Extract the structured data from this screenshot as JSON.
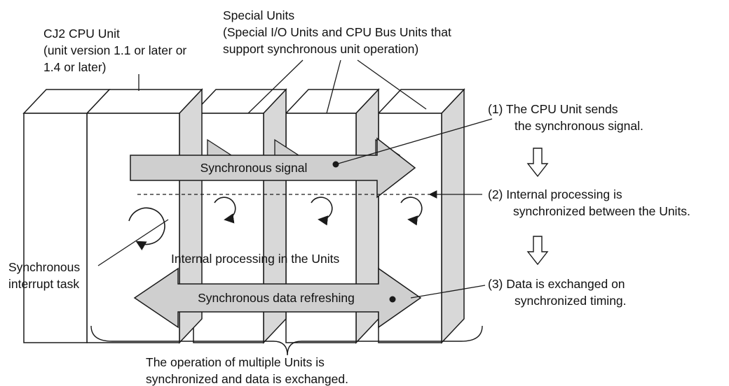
{
  "labels": {
    "cpu_unit": [
      "CJ2 CPU Unit",
      "(unit version 1.1 or later or",
      "1.4 or later)"
    ],
    "special_units": [
      "Special Units",
      "(Special I/O Units and CPU Bus Units that",
      "support synchronous unit operation)"
    ],
    "sync_interrupt": [
      "Synchronous",
      "interrupt task"
    ],
    "internal_processing": "Internal processing in the Units",
    "sync_signal_arrow": "Synchronous signal",
    "sync_data_arrow": "Synchronous data refreshing",
    "summary": [
      "The operation of multiple Units is",
      "synchronized and data is exchanged."
    ]
  },
  "steps": [
    {
      "lines": [
        "(1) The CPU Unit sends",
        "the synchronous signal."
      ]
    },
    {
      "lines": [
        "(2) Internal processing is",
        "synchronized between the Units."
      ]
    },
    {
      "lines": [
        "(3) Data is exchanged on",
        "synchronized timing."
      ]
    }
  ],
  "colors": {
    "fill": "#ffffff",
    "side": "#d8d8d8",
    "arrow": "#cfcfcf",
    "stroke": "#1a1a1a"
  }
}
